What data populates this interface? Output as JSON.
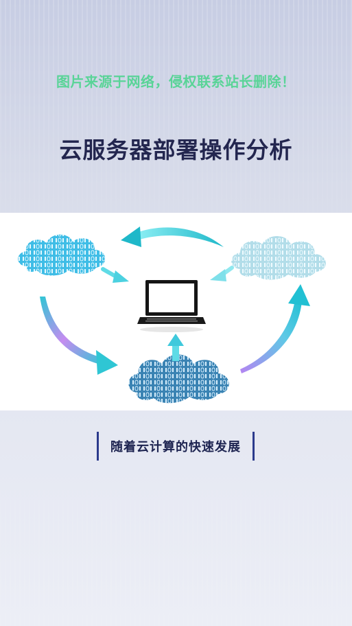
{
  "watermark": "图片来源于网络，侵权联系站长删除！",
  "title": "云服务器部署操作分析",
  "diagram": {
    "nodes": [
      {
        "name": "cloud-left",
        "icon": "binary-cloud-icon",
        "color": "#45c2e6"
      },
      {
        "name": "cloud-right",
        "icon": "binary-cloud-icon",
        "color": "#a7d8e8"
      },
      {
        "name": "cloud-bottom",
        "icon": "binary-cloud-icon",
        "color": "#3a86b8"
      },
      {
        "name": "laptop",
        "icon": "laptop-icon",
        "color": "#1a1a1a"
      }
    ],
    "arrow_colors": [
      "#2fc4d6",
      "#8fe3ee",
      "#c084f5"
    ]
  },
  "caption": "随着云计算的快速发展"
}
